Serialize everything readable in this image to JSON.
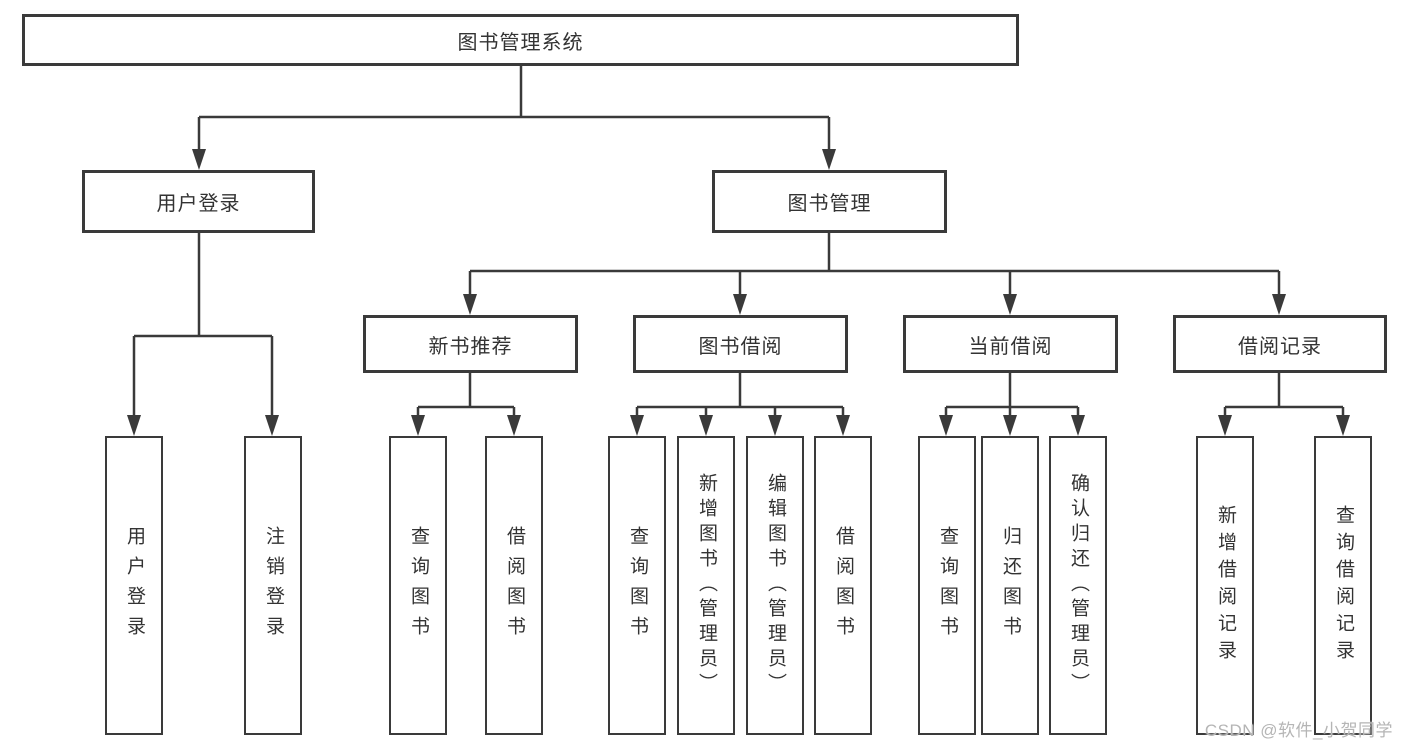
{
  "diagram": {
    "root": {
      "label": "图书管理系统"
    },
    "branches": [
      {
        "label": "用户登录",
        "children": [
          "用户登录",
          "注销登录"
        ]
      },
      {
        "label": "图书管理",
        "groups": [
          {
            "label": "新书推荐",
            "children": [
              "查询图书",
              "借阅图书"
            ]
          },
          {
            "label": "图书借阅",
            "children": [
              "查询图书",
              "新增图书（管理员）",
              "编辑图书（管理员）",
              "借阅图书"
            ]
          },
          {
            "label": "当前借阅",
            "children": [
              "查询图书",
              "归还图书",
              "确认归还（管理员）"
            ]
          },
          {
            "label": "借阅记录",
            "children": [
              "新增借阅记录",
              "查询借阅记录"
            ]
          }
        ]
      }
    ],
    "watermark": "CSDN @软件_小贺同学",
    "colors": {
      "line": "#3a3a3a",
      "text": "#333333",
      "watermark": "#b5b5b5"
    }
  }
}
